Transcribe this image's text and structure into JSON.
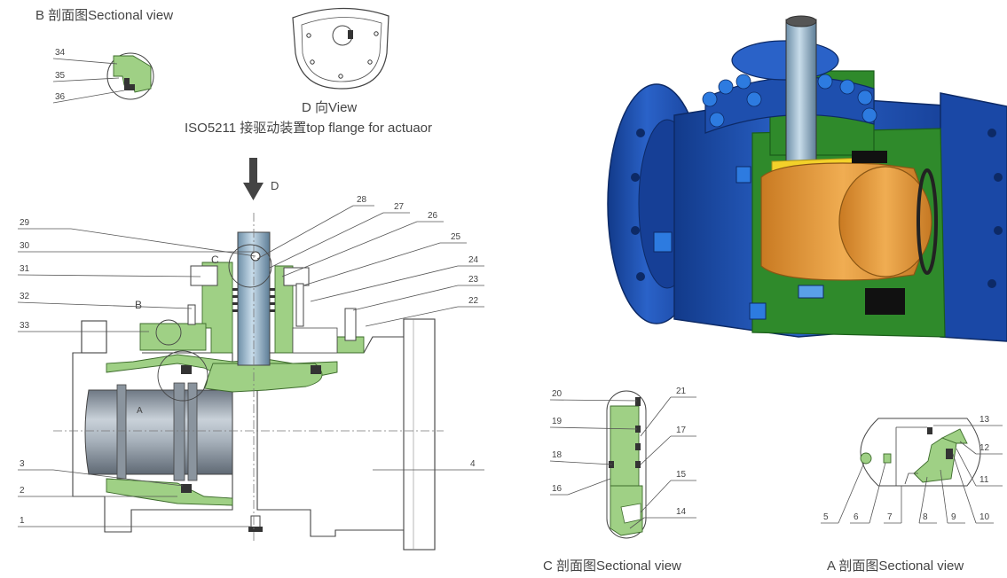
{
  "captions": {
    "b_section": "B 剖面图Sectional view",
    "d_view": "D 向View",
    "iso_flange": "ISO5211 接驱动装置top flange for actuaor",
    "c_section": "C 剖面图Sectional view",
    "a_section": "A 剖面图Sectional view"
  },
  "markers": {
    "d": "D",
    "c": "C",
    "b": "B",
    "a": "A"
  },
  "parts": {
    "main_left": [
      "29",
      "30",
      "31",
      "32",
      "33",
      "3",
      "2",
      "1"
    ],
    "main_right": [
      "28",
      "27",
      "26",
      "25",
      "24",
      "23",
      "22",
      "4"
    ],
    "b_detail": [
      "34",
      "35",
      "36"
    ],
    "c_detail_left": [
      "20",
      "19",
      "18",
      "16"
    ],
    "c_detail_right": [
      "21",
      "17",
      "15",
      "14"
    ],
    "a_detail": [
      "5",
      "6",
      "7",
      "8",
      "9",
      "10",
      "11",
      "12",
      "13"
    ]
  },
  "colors": {
    "green": "#9fd085",
    "steel": "#9aa5b1",
    "body_blue": "#1e4fae",
    "cut_green": "#2f8a2b",
    "ball_orange": "#e29a3a",
    "yellow": "#f3d12a"
  }
}
